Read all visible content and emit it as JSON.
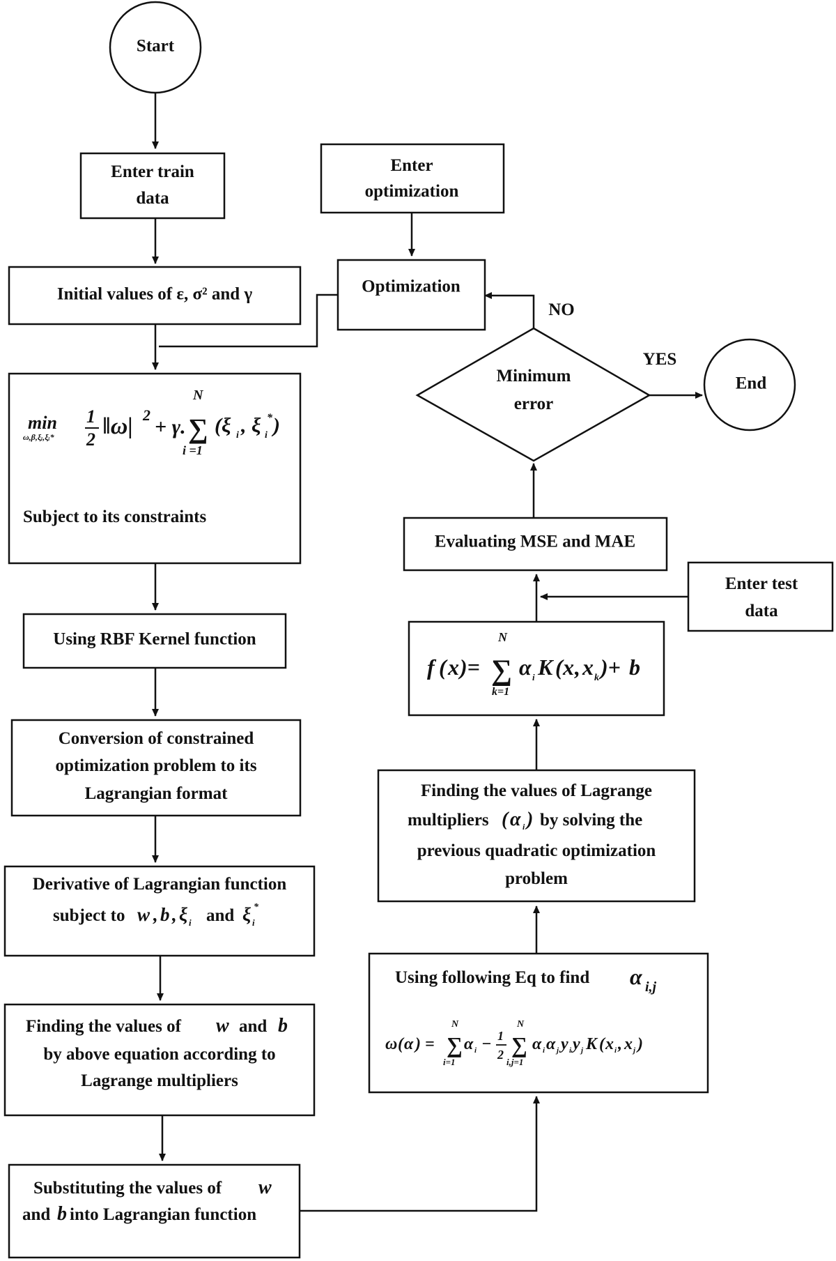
{
  "nodes": {
    "start": "Start",
    "end": "End",
    "enter_train": [
      "Enter train",
      "data"
    ],
    "enter_optimization": [
      "Enter",
      "optimization"
    ],
    "initial_values": "Initial values of ε, σ² and γ",
    "optimization": "Optimization",
    "objective": {
      "formula": "min ½‖ω‖² + γ.∑ᵢ₌₁ᴺ(ξᵢ , ξᵢ*)",
      "min_subscript": "ω,β,ξᵢ,ξᵢ*",
      "subject": "Subject to its constraints"
    },
    "decision": [
      "Minimum",
      "error"
    ],
    "no_label": "NO",
    "yes_label": "YES",
    "evaluating": "Evaluating MSE and MAE",
    "enter_test": [
      "Enter test",
      "data"
    ],
    "rbf": "Using RBF Kernel function",
    "fx_formula": "f(x) = ∑ₖ₌₁ᴺ αᵢ K(x, xₖ) + b",
    "conversion": [
      "Conversion of constrained",
      "optimization problem to its",
      "Lagrangian format"
    ],
    "finding_multipliers": [
      "Finding the values of Lagrange",
      "multipliers (αᵢ) by solving the",
      "previous quadratic optimization",
      "problem"
    ],
    "derivative": [
      "Derivative of Lagrangian function",
      "subject to w, b, ξᵢ and ξᵢ*"
    ],
    "using_following": {
      "title": "Using following Eq to find αi,j",
      "formula": "ω(α) = ∑ᵢ₌₁ᴺ αᵢ − ½ ∑ᵢ,ⱼ₌₁ᴺ αᵢαⱼyᵢyⱼK(xᵢ, xⱼ)"
    },
    "finding_wb": [
      "Finding the values of w and b",
      "by above equation according to",
      "Lagrange multipliers"
    ],
    "substituting": [
      "Substituting the values of w",
      "and b into Lagrangian function"
    ]
  }
}
